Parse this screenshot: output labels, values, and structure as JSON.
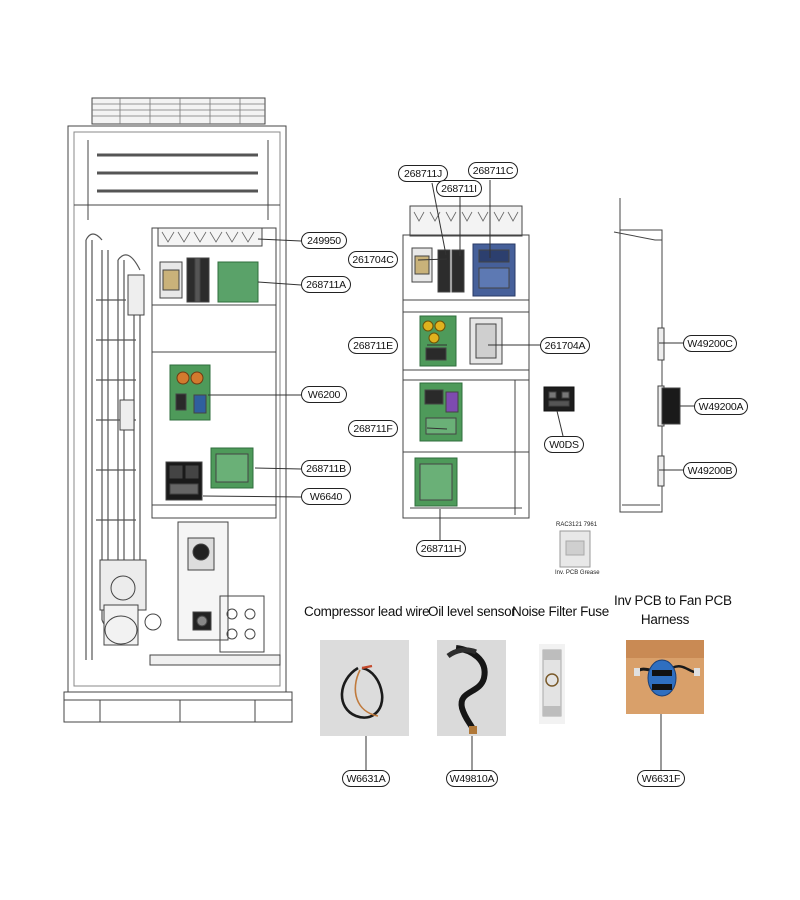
{
  "parts": {
    "p249950": "249950",
    "p268711A": "268711A",
    "pW6200": "W6200",
    "p268711B": "268711B",
    "pW6640": "W6640",
    "p268711J": "268711J",
    "p268711I": "268711I",
    "p268711C": "268711C",
    "p261704C": "261704C",
    "p268711E": "268711E",
    "p261704A": "261704A",
    "pW0DS": "W0DS",
    "p268711F": "268711F",
    "p268711H": "268711H",
    "pW49200C": "W49200C",
    "pW49200A": "W49200A",
    "pW49200B": "W49200B",
    "pW6631A": "W6631A",
    "pW49810A": "W49810A",
    "pW6631F": "W6631F"
  },
  "grease": {
    "code": "RAC3121 7961",
    "label": "Inv. PCB Grease"
  },
  "captions": {
    "compressor": "Compressor lead wire",
    "oil": "Oil level sensor",
    "fuse": "Noise Filter Fuse",
    "harness_line1": "Inv PCB to Fan PCB",
    "harness_line2": "Harness"
  },
  "colors": {
    "line": "#333333",
    "board_green": "#4e9a5a",
    "photo_bg": "#d9d9d9",
    "harness_bg": "#d9a06a"
  }
}
